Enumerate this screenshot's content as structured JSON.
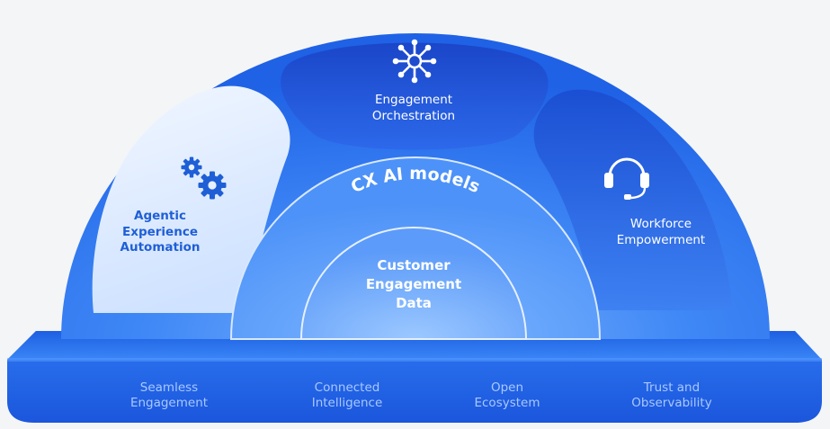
{
  "segments": {
    "agentic": {
      "label": "Agentic\nExperience\nAutomation",
      "icon": "gears-icon"
    },
    "orchestration": {
      "label": "Engagement\nOrchestration",
      "icon": "network-hub-icon"
    },
    "workforce": {
      "label": "Workforce\nEmpowerment",
      "icon": "headset-icon"
    }
  },
  "middle_ring": {
    "label": "CX AI models"
  },
  "core": {
    "label": "Customer\nEngagement\nData"
  },
  "base_pillars": [
    {
      "label": "Seamless\nEngagement"
    },
    {
      "label": "Connected\nIntelligence"
    },
    {
      "label": "Open\nEcosystem"
    },
    {
      "label": "Trust and\nObservability"
    }
  ],
  "colors": {
    "background": "#f4f5f7",
    "dome_blue": "#2f7af0",
    "deep_blue": "#1a4fd0",
    "base_blue": "#1f5fe0",
    "pale_segment": "#e8f1ff",
    "pillar_text": "#a9c8ff"
  }
}
